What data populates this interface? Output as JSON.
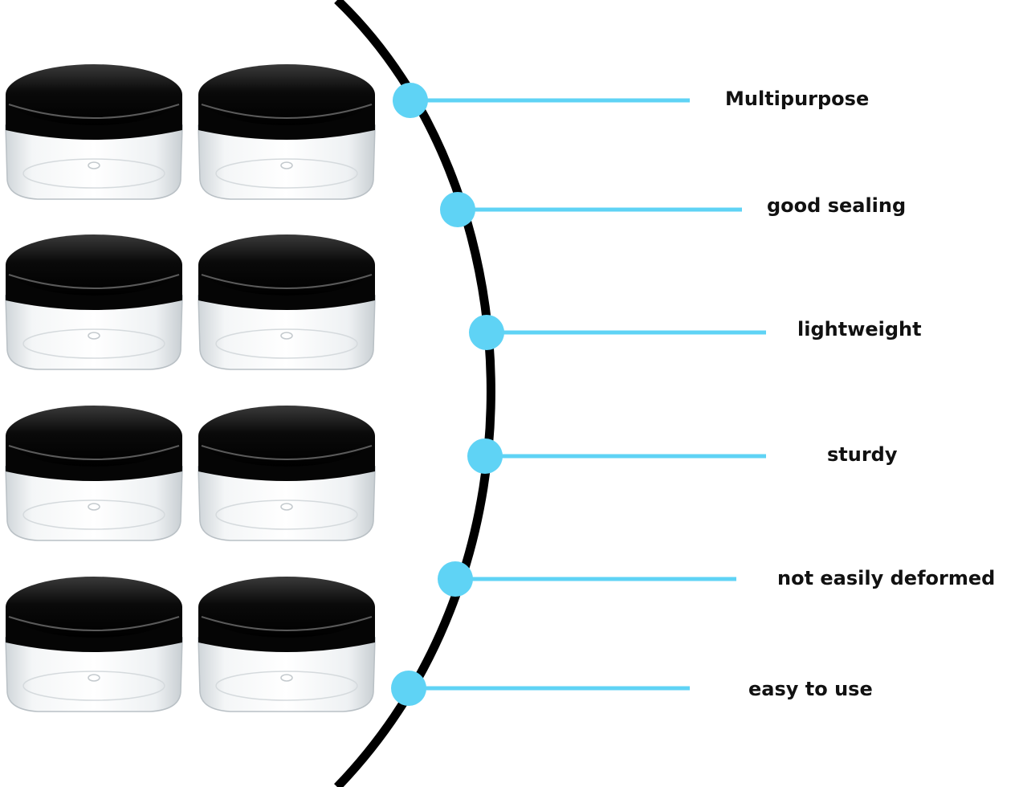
{
  "colors": {
    "background": "#ffffff",
    "arc": "#000000",
    "accent": "#5fd3f5",
    "text": "#111111",
    "lid": "#0b0b0b",
    "jar_body": "#eef1f3"
  },
  "product": {
    "name": "clear round jar with black lid",
    "count": 8
  },
  "features": [
    {
      "label": "Multipurpose"
    },
    {
      "label": "good sealing"
    },
    {
      "label": "lightweight"
    },
    {
      "label": "sturdy"
    },
    {
      "label": "not easily deformed"
    },
    {
      "label": "easy to use"
    }
  ]
}
